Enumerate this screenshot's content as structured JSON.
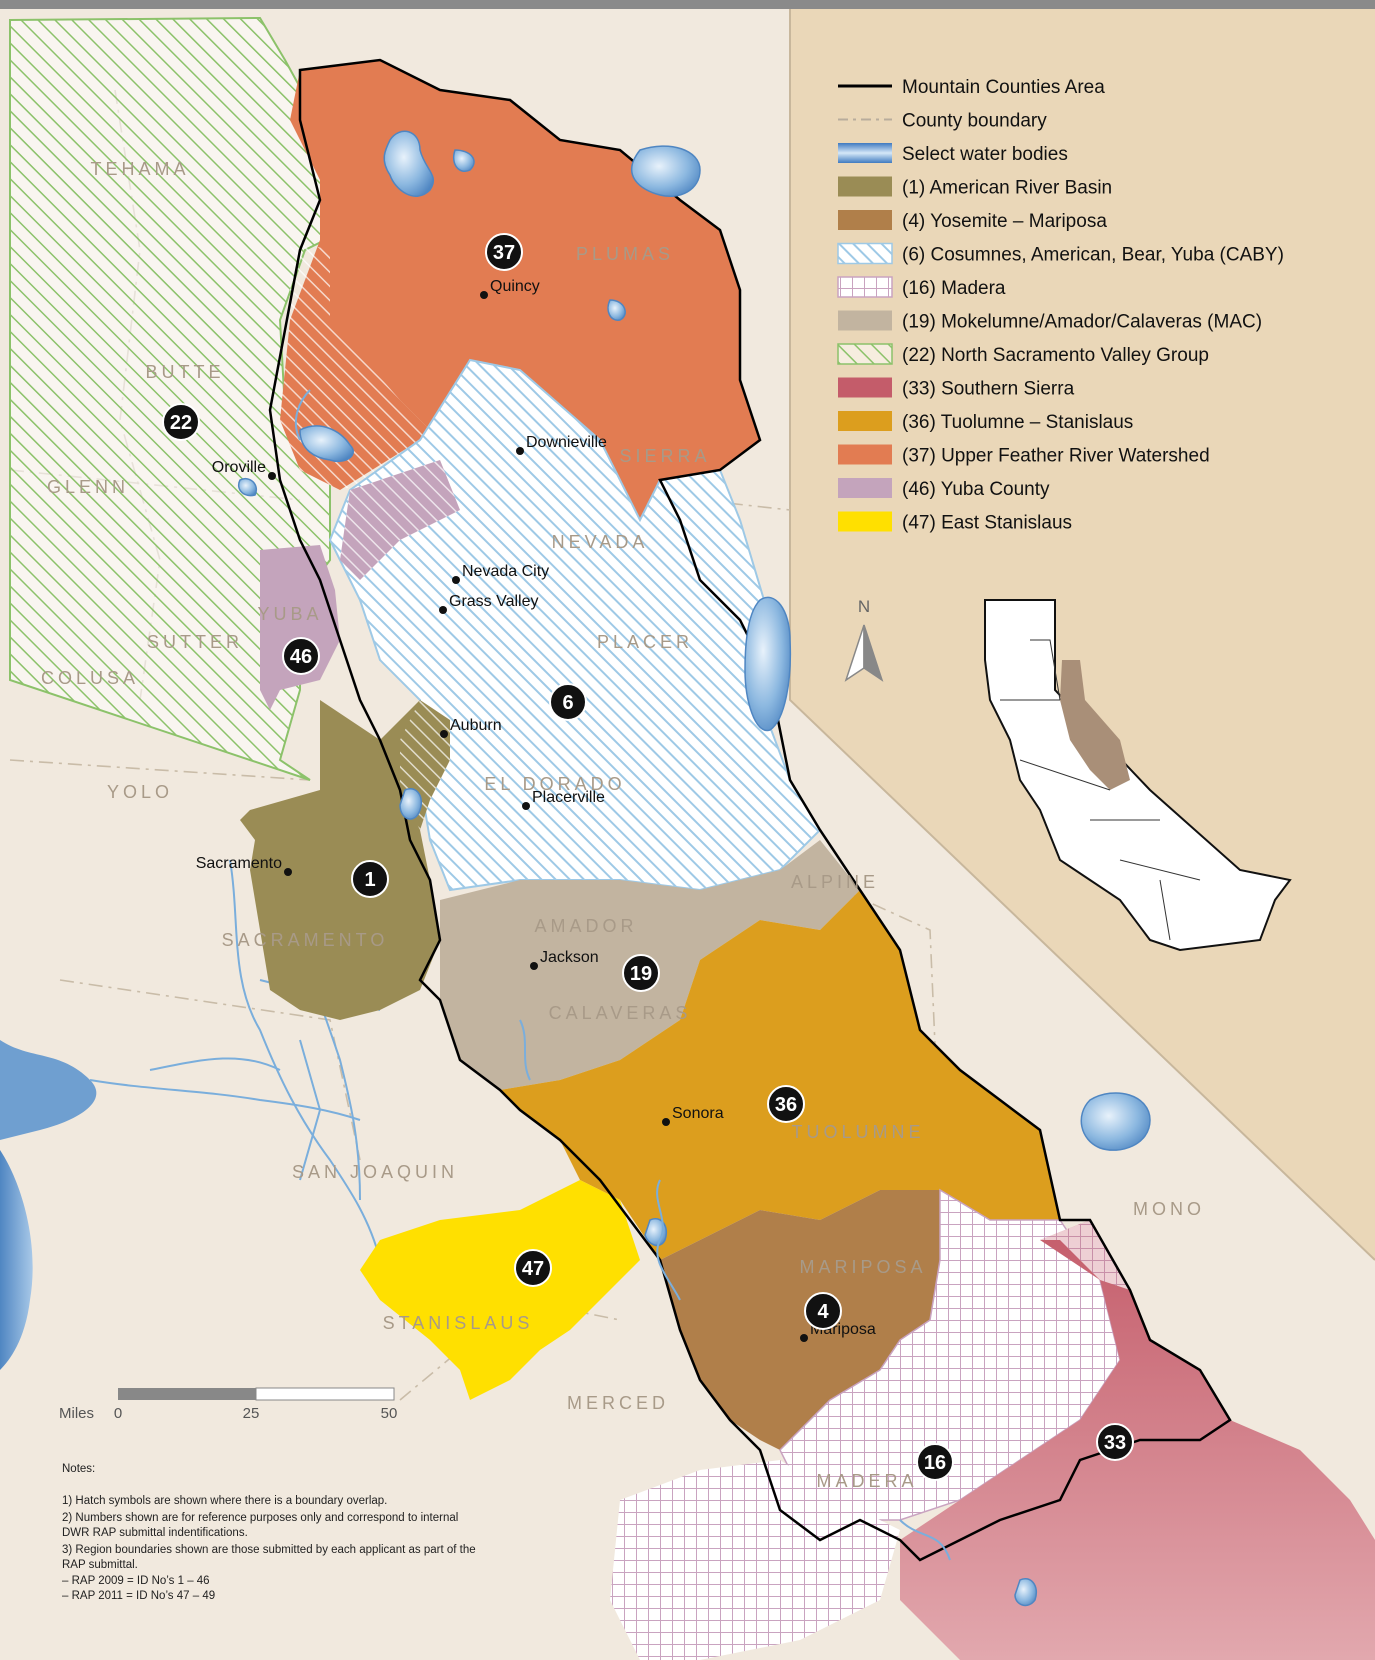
{
  "legend": [
    {
      "label": "Mountain Counties Area",
      "kind": "line-solid",
      "color": "#000000"
    },
    {
      "label": "County boundary",
      "kind": "line-dash",
      "color": "#b8ac9c"
    },
    {
      "label": "Select water bodies",
      "kind": "water",
      "color": "#6f9fd0"
    },
    {
      "label": "(1) American River Basin",
      "kind": "fill",
      "color": "#9a8c55"
    },
    {
      "label": "(4) Yosemite – Mariposa",
      "kind": "fill",
      "color": "#b07f4a"
    },
    {
      "label": "(6) Cosumnes, American, Bear, Yuba (CABY)",
      "kind": "hatch-blue",
      "color": "#9ec9e6"
    },
    {
      "label": "(16) Madera",
      "kind": "grid-pink",
      "color": "#c9a3c0"
    },
    {
      "label": "(19) Mokelumne/Amador/Calaveras (MAC)",
      "kind": "fill",
      "color": "#c2b4a0"
    },
    {
      "label": "(22) North Sacramento Valley Group",
      "kind": "hatch-green",
      "color": "#8cc26a"
    },
    {
      "label": "(33) Southern Sierra",
      "kind": "fill",
      "color": "#c45c6a"
    },
    {
      "label": "(36) Tuolumne – Stanislaus",
      "kind": "fill",
      "color": "#dc9e1e"
    },
    {
      "label": "(37) Upper Feather River Watershed",
      "kind": "fill",
      "color": "#e27c52"
    },
    {
      "label": "(46) Yuba County",
      "kind": "fill",
      "color": "#c4a4bc"
    },
    {
      "label": "(47) East Stanislaus",
      "kind": "fill",
      "color": "#ffe000"
    }
  ],
  "counties": [
    "TEHAMA",
    "PLUMAS",
    "BUTTE",
    "GLENN",
    "SIERRA",
    "NEVADA",
    "YUBA",
    "SUTTER",
    "PLACER",
    "COLUSA",
    "YOLO",
    "EL DORADO",
    "ALPINE",
    "AMADOR",
    "SACRAMENTO",
    "CALAVERAS",
    "TUOLUMNE",
    "SAN JOAQUIN",
    "MONO",
    "MARIPOSA",
    "STANISLAUS",
    "MERCED",
    "MADERA"
  ],
  "cities": [
    "Quincy",
    "Oroville",
    "Downieville",
    "Nevada City",
    "Grass Valley",
    "Auburn",
    "Placerville",
    "Sacramento",
    "Jackson",
    "Sonora",
    "Mariposa"
  ],
  "region_ids": [
    "37",
    "22",
    "46",
    "6",
    "1",
    "19",
    "36",
    "47",
    "4",
    "16",
    "33"
  ],
  "north_label": "N",
  "scale": {
    "unit": "Miles",
    "ticks": [
      "0",
      "25",
      "50"
    ]
  },
  "notes": {
    "title": "Notes:",
    "lines": [
      "1)  Hatch symbols are shown where there is a boundary overlap.",
      "2)  Numbers shown are for reference purposes only and correspond to internal",
      "      DWR RAP submittal indentifications.",
      "3)  Region boundaries shown are those submitted by each applicant as part of the",
      "      RAP submittal.",
      "      – RAP 2009 = ID No’s 1 – 46",
      "      – RAP 2011 = ID No’s 47 – 49"
    ]
  },
  "colors": {
    "state_background": "#f1e9de",
    "out_of_state": "#ead7b8",
    "top_bar": "#8a8a8a",
    "water": "#7aaedc",
    "ocean": "#6f9fd0"
  }
}
